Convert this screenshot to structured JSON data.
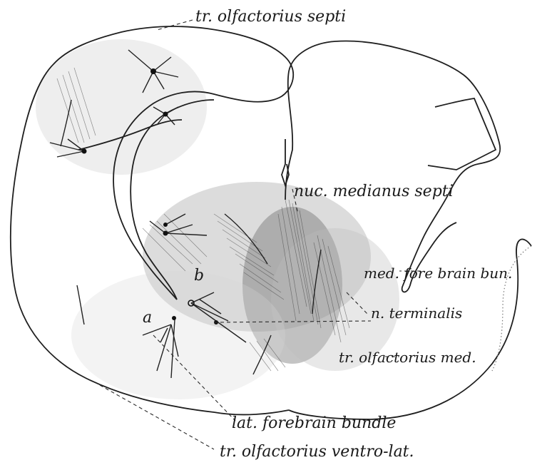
{
  "labels": {
    "tr_olfactorius_septi": "tr. olfactorius septi",
    "nuc_medianus_septi": "nuc. medianus septi",
    "med_forebrain_bun": "med. fore brain bun.",
    "n_terminalis": "n. terminalis",
    "tr_olfactorius_med": "tr. olfactorius med.",
    "lat_forebrain_bundle": "lat. forebrain bundle",
    "tr_olfactorius_ventro_lat": "tr. olfactorius ventro-lat.",
    "marker_a": "a",
    "marker_b": "b"
  }
}
